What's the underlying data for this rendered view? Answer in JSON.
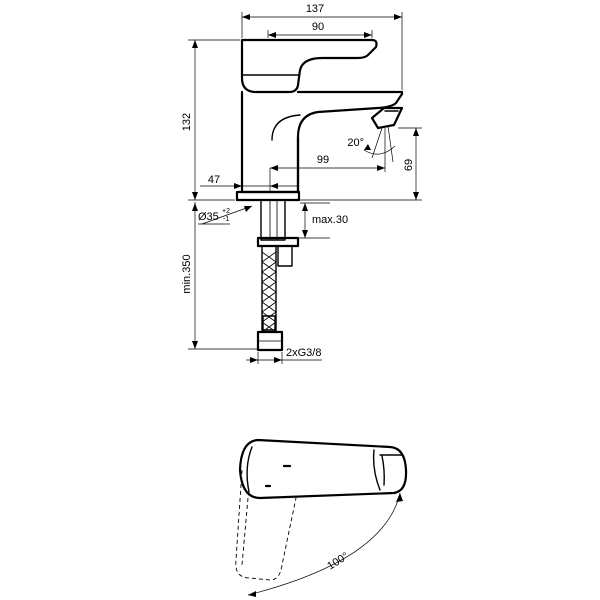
{
  "dimensions": {
    "overall_width": "137",
    "handle_width": "90",
    "height": "132",
    "spout_reach": "99",
    "body_offset": "47",
    "spout_height": "69",
    "spout_angle": "20°",
    "hole_diameter": "Ø35",
    "hole_tol_upper": "+2",
    "hole_tol_lower": "-1",
    "max_deck": "max.30",
    "min_hose": "min.350",
    "connection": "2xG3/8",
    "rotation_angle": "100°"
  }
}
